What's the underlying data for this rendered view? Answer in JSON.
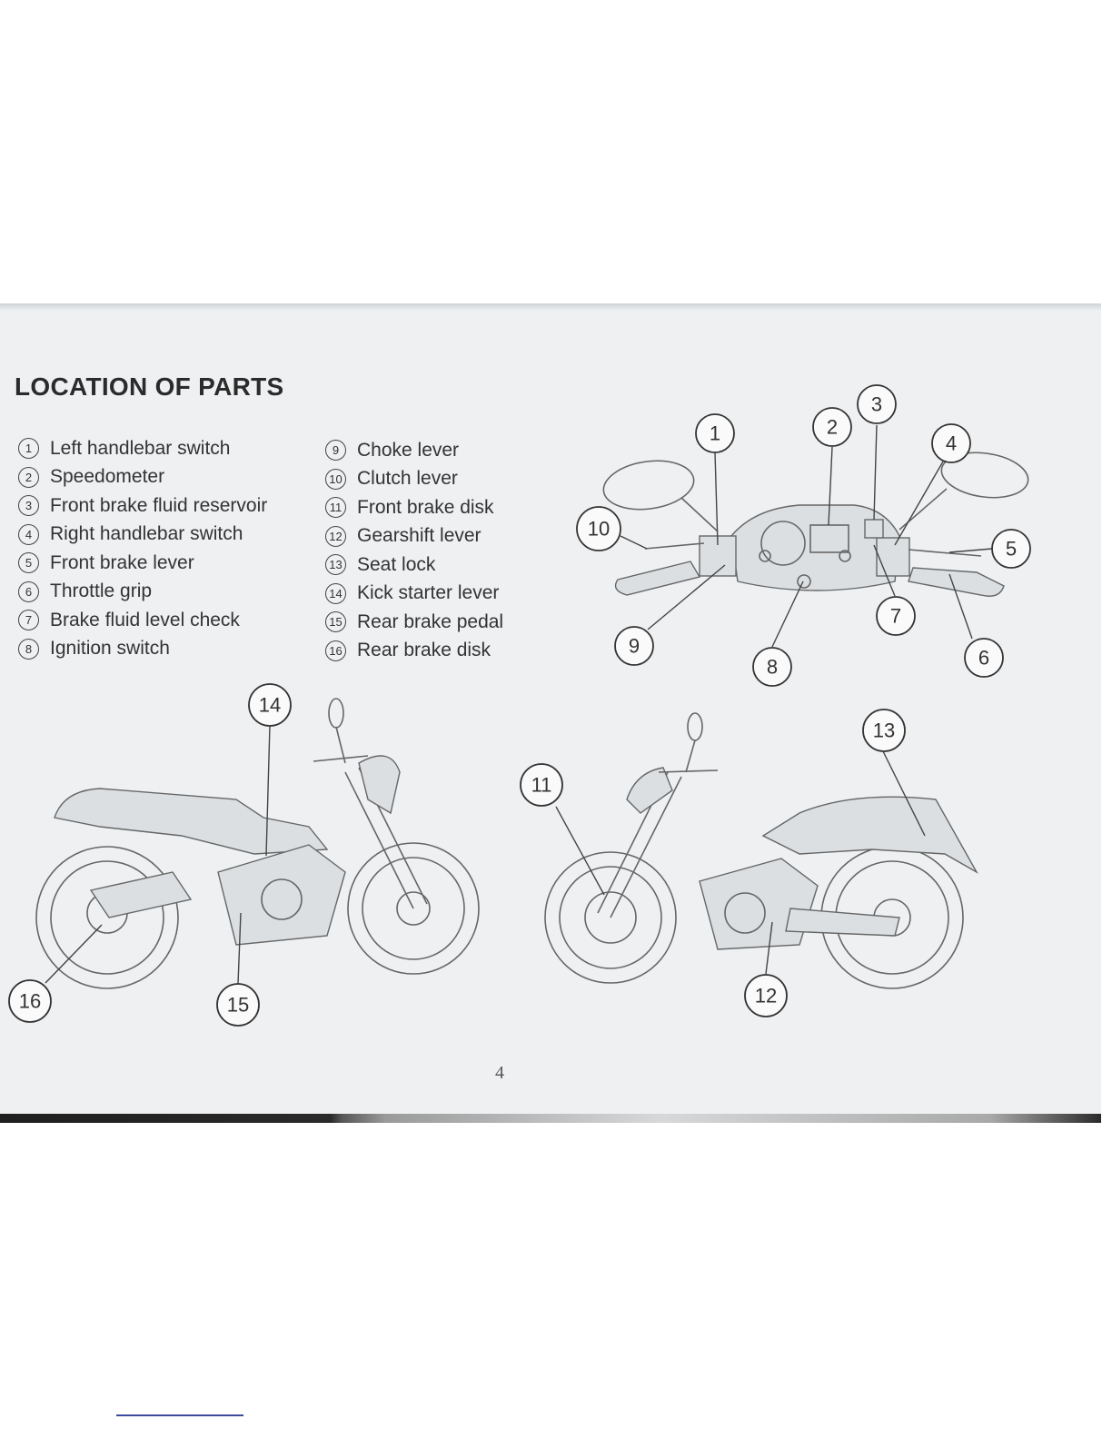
{
  "page": {
    "title": "LOCATION OF PARTS",
    "page_number": "4"
  },
  "parts_list": {
    "column1": [
      {
        "num": "1",
        "label": "Left handlebar switch"
      },
      {
        "num": "2",
        "label": "Speedometer"
      },
      {
        "num": "3",
        "label": "Front brake fluid reservoir"
      },
      {
        "num": "4",
        "label": "Right handlebar switch"
      },
      {
        "num": "5",
        "label": "Front brake lever"
      },
      {
        "num": "6",
        "label": "Throttle grip"
      },
      {
        "num": "7",
        "label": "Brake fluid level check"
      },
      {
        "num": "8",
        "label": "Ignition switch"
      }
    ],
    "column2": [
      {
        "num": "9",
        "label": "Choke lever"
      },
      {
        "num": "10",
        "label": "Clutch lever"
      },
      {
        "num": "11",
        "label": "Front brake disk"
      },
      {
        "num": "12",
        "label": "Gearshift lever"
      },
      {
        "num": "13",
        "label": "Seat lock"
      },
      {
        "num": "14",
        "label": "Kick starter lever"
      },
      {
        "num": "15",
        "label": "Rear brake pedal"
      },
      {
        "num": "16",
        "label": "Rear brake disk"
      }
    ]
  },
  "callouts": {
    "c1": "1",
    "c2": "2",
    "c3": "3",
    "c4": "4",
    "c5": "5",
    "c6": "6",
    "c7": "7",
    "c8": "8",
    "c9": "9",
    "c10": "10",
    "c11": "11",
    "c12": "12",
    "c13": "13",
    "c14": "14",
    "c15": "15",
    "c16": "16"
  }
}
